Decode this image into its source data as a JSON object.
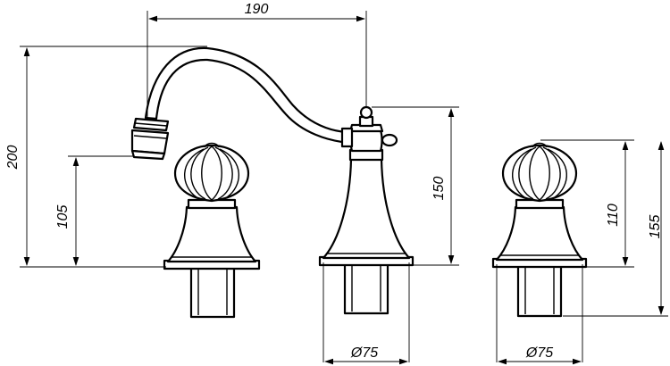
{
  "dimensions": {
    "spout_reach": "190",
    "total_height": "200",
    "spout_outlet_height": "105",
    "spout_body_height": "150",
    "handle_height": "110",
    "handle_total_height": "155",
    "center_base_diameter": "Ø75",
    "right_base_diameter": "Ø75"
  }
}
